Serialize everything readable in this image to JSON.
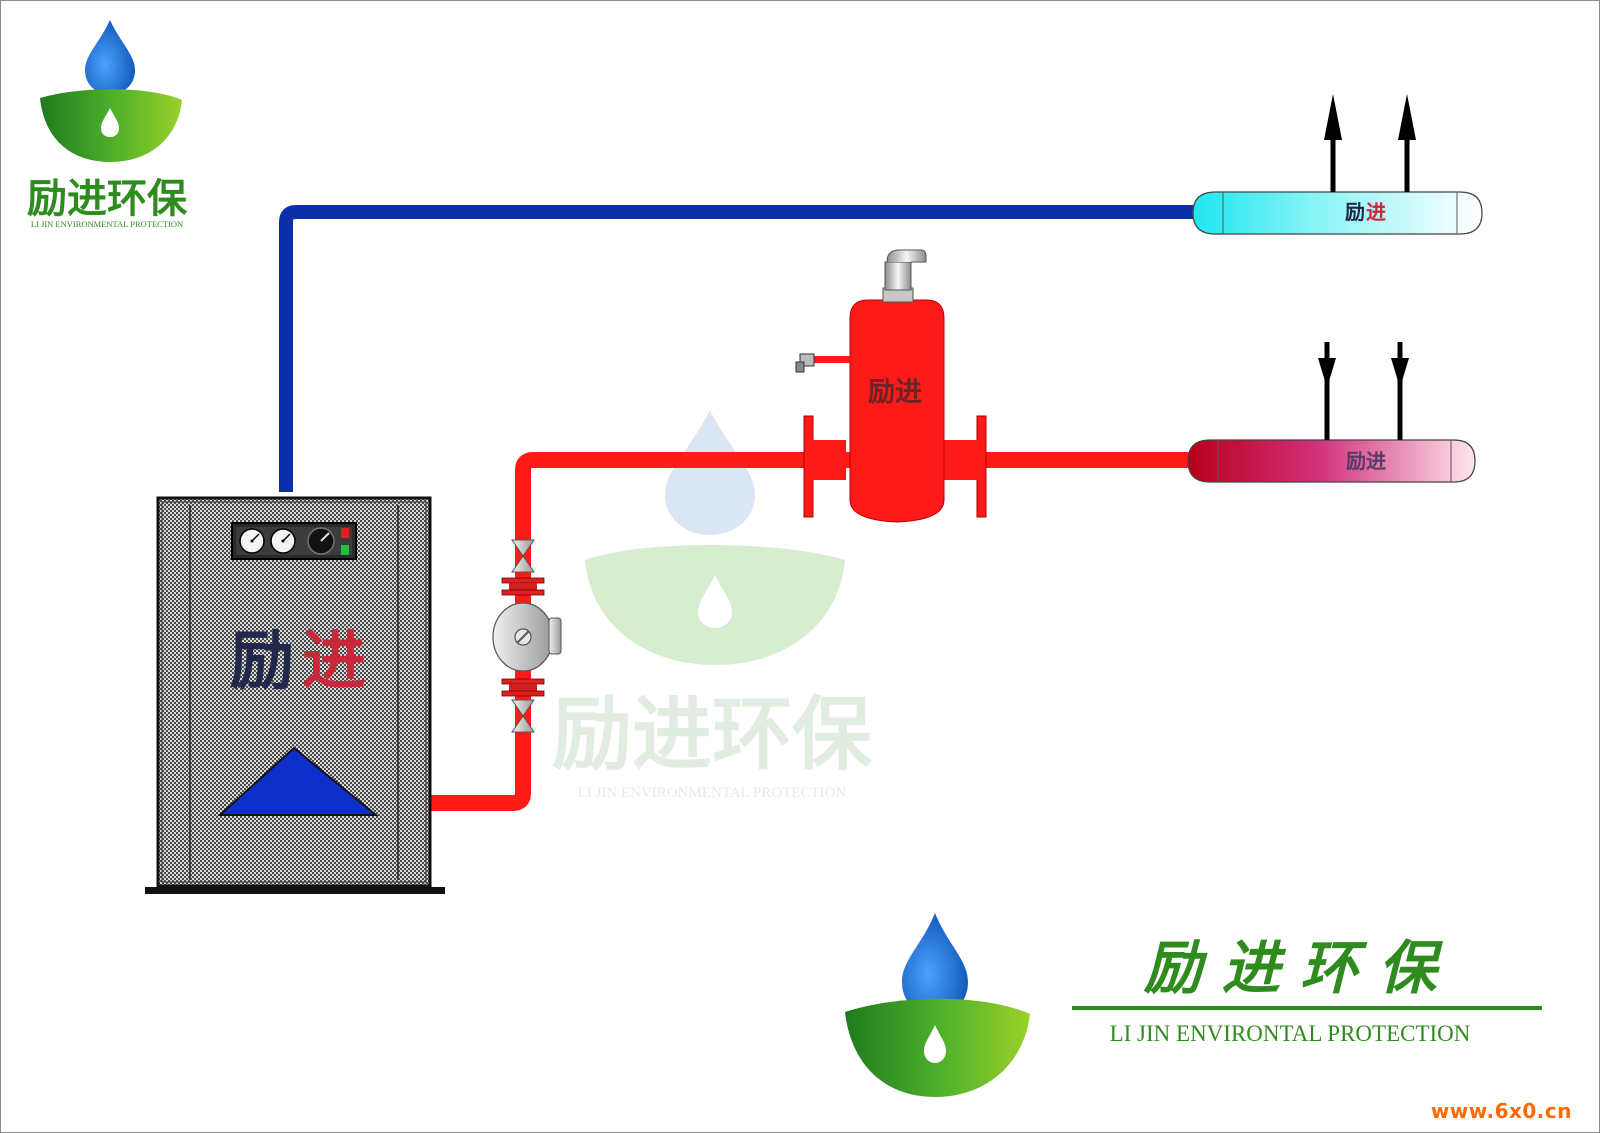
{
  "logo": {
    "name_cn": "励进环保",
    "name_en_top": "LI JIN ENVIRONMENTAL PROTECTION",
    "name_en_bottom": "LI JIN ENVIRONTAL PROTECTION",
    "name_cn_spaced": "励 进 环 保"
  },
  "watermark": {
    "name_cn": "励进环保",
    "name_en": "LI JIN ENVIRONMENTAL PROTECTION"
  },
  "boiler": {
    "brand_part1": "励",
    "brand_part2": "进"
  },
  "separator": {
    "brand": "励进"
  },
  "supply_header": {
    "brand_part1": "励",
    "brand_part2": "进"
  },
  "return_header": {
    "brand": "励进"
  },
  "footer": {
    "site_url": "www.6x0.cn"
  },
  "colors": {
    "supply_pipe": "#0b2fa8",
    "return_pipe": "#ff1a1a",
    "separator_body": "#ff1a1a",
    "supply_header": "#22e8f0",
    "return_header": "#c4001a",
    "logo_green": "#2e8b1e",
    "logo_blue": "#1f6fd0",
    "url_orange": "#ff6a00"
  },
  "icons": [
    "water-drop-icon",
    "leaf-bowl-icon",
    "up-arrow-icon",
    "down-arrow-icon",
    "pressure-gauge-icon",
    "dial-knob-icon"
  ]
}
